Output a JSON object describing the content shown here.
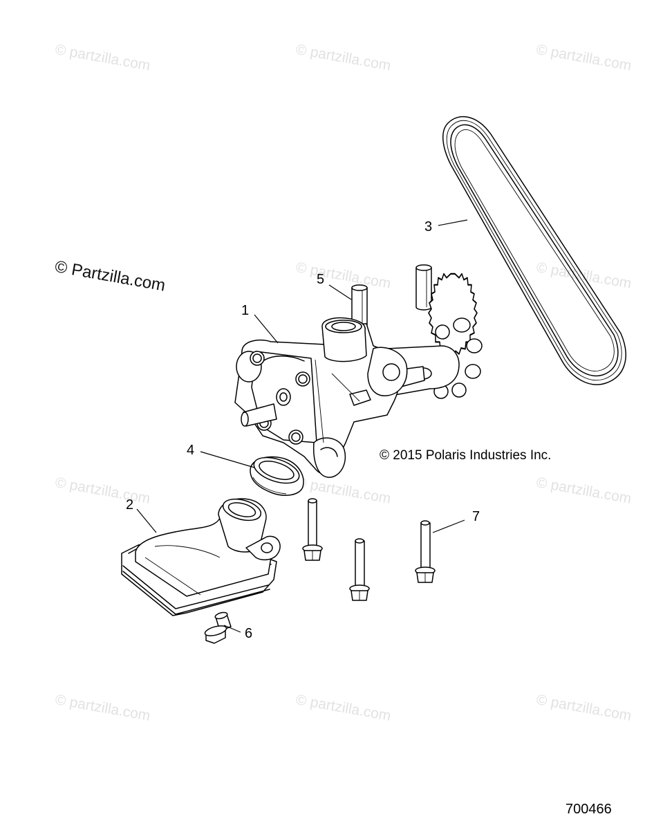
{
  "watermark": "© Partzilla.com",
  "watermark_lower": "© partzilla.com",
  "copyright": "© 2015 Polaris Industries Inc.",
  "drawing_id": "700466",
  "callouts": {
    "c1": "1",
    "c2": "2",
    "c3": "3",
    "c4": "4",
    "c5": "5",
    "c6": "6",
    "c7": "7"
  }
}
